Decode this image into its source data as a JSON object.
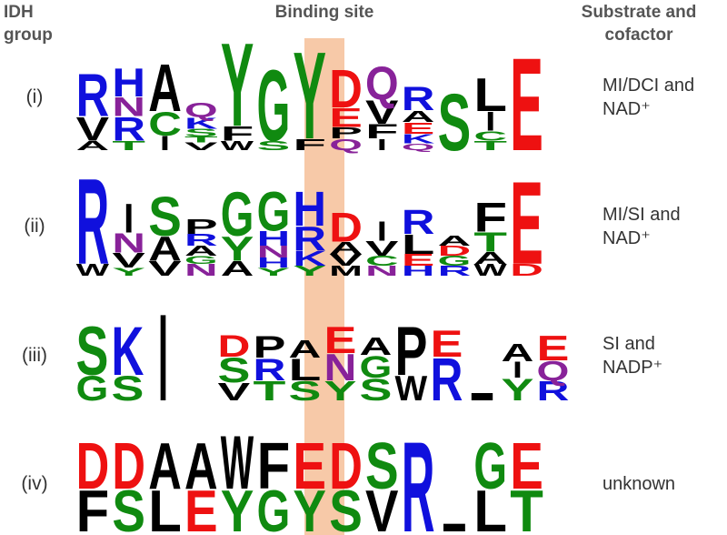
{
  "headers": {
    "idh_line1": "IDH",
    "idh_line2": "group",
    "binding_site": "Binding site",
    "substrate_line1": "Substrate and",
    "substrate_line2": "cofactor"
  },
  "colors": {
    "A": "#000000",
    "F": "#000000",
    "I": "#000000",
    "L": "#000000",
    "M": "#000000",
    "P": "#000000",
    "V": "#000000",
    "W": "#000000",
    "_": "#000000",
    "C": "#108a10",
    "G": "#108a10",
    "S": "#108a10",
    "T": "#108a10",
    "Y": "#108a10",
    "H": "#1010dd",
    "K": "#1010dd",
    "R": "#1010dd",
    "D": "#ee1111",
    "E": "#ee1111",
    "N": "#882299",
    "Q": "#882299",
    "highlight": "#f7c9a8"
  },
  "groups": [
    {
      "label": "(i)",
      "substrate_lines": [
        "MI/DCI and",
        "NAD⁺"
      ],
      "columns": [
        [
          [
            "R",
            0.45
          ],
          [
            "V",
            0.25
          ],
          [
            "A",
            0.1
          ]
        ],
        [
          [
            "H",
            0.3
          ],
          [
            "N",
            0.2
          ],
          [
            "R",
            0.25
          ],
          [
            "T",
            0.1
          ]
        ],
        [
          [
            "A",
            0.5
          ],
          [
            "C",
            0.25
          ],
          [
            "I",
            0.15
          ]
        ],
        [
          [
            "Q",
            0.15
          ],
          [
            "K",
            0.12
          ],
          [
            "S",
            0.08
          ],
          [
            "T",
            0.06
          ],
          [
            "V",
            0.08
          ]
        ],
        [
          [
            "Y",
            0.88
          ],
          [
            "F",
            0.15
          ],
          [
            "W",
            0.1
          ]
        ],
        [
          [
            "G",
            0.75
          ],
          [
            "S",
            0.1
          ]
        ],
        [
          [
            "Y",
            0.92
          ],
          [
            "F",
            0.12
          ]
        ],
        [
          [
            "D",
            0.4
          ],
          [
            "E",
            0.2
          ],
          [
            "P",
            0.12
          ],
          [
            "Q",
            0.12
          ]
        ],
        [
          [
            "Q",
            0.35
          ],
          [
            "V",
            0.25
          ],
          [
            "F",
            0.15
          ],
          [
            "I",
            0.12
          ]
        ],
        [
          [
            "R",
            0.25
          ],
          [
            "A",
            0.12
          ],
          [
            "E",
            0.12
          ],
          [
            "K",
            0.1
          ],
          [
            "Q",
            0.07
          ]
        ],
        [
          [
            "S",
            0.6
          ]
        ],
        [
          [
            "L",
            0.35
          ],
          [
            "I",
            0.2
          ],
          [
            "C",
            0.1
          ],
          [
            "T",
            0.1
          ]
        ],
        [
          [
            "E",
            0.98
          ]
        ]
      ]
    },
    {
      "label": "(ii)",
      "substrate_lines": [
        "MI/SI and",
        "NAD⁺"
      ],
      "columns": [
        [
          [
            "R",
            0.88
          ],
          [
            "W",
            0.12
          ]
        ],
        [
          [
            "I",
            0.3
          ],
          [
            "N",
            0.2
          ],
          [
            "V",
            0.15
          ],
          [
            "Y",
            0.08
          ]
        ],
        [
          [
            "S",
            0.4
          ],
          [
            "A",
            0.25
          ],
          [
            "V",
            0.15
          ]
        ],
        [
          [
            "P",
            0.15
          ],
          [
            "R",
            0.12
          ],
          [
            "A",
            0.1
          ],
          [
            "G",
            0.08
          ],
          [
            "N",
            0.12
          ]
        ],
        [
          [
            "G",
            0.45
          ],
          [
            "Y",
            0.25
          ],
          [
            "A",
            0.15
          ]
        ],
        [
          [
            "G",
            0.4
          ],
          [
            "H",
            0.15
          ],
          [
            "N",
            0.12
          ],
          [
            "H",
            0.1
          ],
          [
            "Y",
            0.08
          ]
        ],
        [
          [
            "H",
            0.35
          ],
          [
            "R",
            0.25
          ],
          [
            "K",
            0.15
          ],
          [
            "Y",
            0.1
          ]
        ],
        [
          [
            "D",
            0.3
          ],
          [
            "A",
            0.12
          ],
          [
            "V",
            0.12
          ],
          [
            "M",
            0.1
          ]
        ],
        [
          [
            "I",
            0.2
          ],
          [
            "V",
            0.15
          ],
          [
            "C",
            0.1
          ],
          [
            "N",
            0.1
          ]
        ],
        [
          [
            "R",
            0.25
          ],
          [
            "L",
            0.2
          ],
          [
            "E",
            0.12
          ],
          [
            "H",
            0.1
          ]
        ],
        [
          [
            "A",
            0.1
          ],
          [
            "D",
            0.1
          ],
          [
            "G",
            0.1
          ],
          [
            "R",
            0.1
          ]
        ],
        [
          [
            "F",
            0.3
          ],
          [
            "T",
            0.2
          ],
          [
            "A",
            0.12
          ],
          [
            "W",
            0.12
          ]
        ],
        [
          [
            "E",
            0.85
          ],
          [
            "D",
            0.12
          ]
        ]
      ]
    },
    {
      "label": "(iii)",
      "substrate_lines": [
        "SI and",
        "NADP⁺"
      ],
      "columns": [
        [
          [
            "S",
            0.55
          ],
          [
            "G",
            0.28
          ]
        ],
        [
          [
            "K",
            0.55
          ],
          [
            "S",
            0.28
          ]
        ],
        [
          [
            "I",
            0.98
          ]
        ],
        [],
        [
          [
            "D",
            0.25
          ],
          [
            "S",
            0.28
          ],
          [
            "V",
            0.2
          ]
        ],
        [
          [
            "P",
            0.25
          ],
          [
            "R",
            0.25
          ],
          [
            "T",
            0.22
          ]
        ],
        [
          [
            "A",
            0.2
          ],
          [
            "L",
            0.25
          ],
          [
            "S",
            0.22
          ]
        ],
        [
          [
            "E",
            0.3
          ],
          [
            "N",
            0.3
          ],
          [
            "Y",
            0.22
          ]
        ],
        [
          [
            "A",
            0.2
          ],
          [
            "G",
            0.25
          ],
          [
            "S",
            0.25
          ]
        ],
        [
          [
            "P",
            0.55
          ],
          [
            "W",
            0.28
          ]
        ],
        [
          [
            "E",
            0.3
          ],
          [
            "R",
            0.48
          ]
        ],
        [
          [
            "_",
            0.08
          ]
        ],
        [
          [
            "A",
            0.2
          ],
          [
            "I",
            0.18
          ],
          [
            "Y",
            0.25
          ]
        ],
        [
          [
            "E",
            0.28
          ],
          [
            "Q",
            0.22
          ],
          [
            "R",
            0.22
          ]
        ]
      ]
    },
    {
      "label": "(iv)",
      "substrate_lines": [
        "unknown"
      ],
      "columns": [
        [
          [
            "D",
            0.5
          ],
          [
            "F",
            0.45
          ]
        ],
        [
          [
            "D",
            0.5
          ],
          [
            "S",
            0.45
          ]
        ],
        [
          [
            "A",
            0.5
          ],
          [
            "L",
            0.45
          ]
        ],
        [
          [
            "A",
            0.5
          ],
          [
            "E",
            0.45
          ]
        ],
        [
          [
            "W",
            0.58
          ],
          [
            "Y",
            0.45
          ]
        ],
        [
          [
            "F",
            0.5
          ],
          [
            "G",
            0.45
          ]
        ],
        [
          [
            "E",
            0.5
          ],
          [
            "Y",
            0.45
          ]
        ],
        [
          [
            "D",
            0.5
          ],
          [
            "S",
            0.45
          ]
        ],
        [
          [
            "S",
            0.5
          ],
          [
            "V",
            0.45
          ]
        ],
        [
          [
            "R",
            0.98
          ]
        ],
        [
          [
            "_",
            0.08
          ]
        ],
        [
          [
            "G",
            0.5
          ],
          [
            "L",
            0.45
          ]
        ],
        [
          [
            "E",
            0.5
          ],
          [
            "T",
            0.45
          ]
        ]
      ]
    }
  ]
}
